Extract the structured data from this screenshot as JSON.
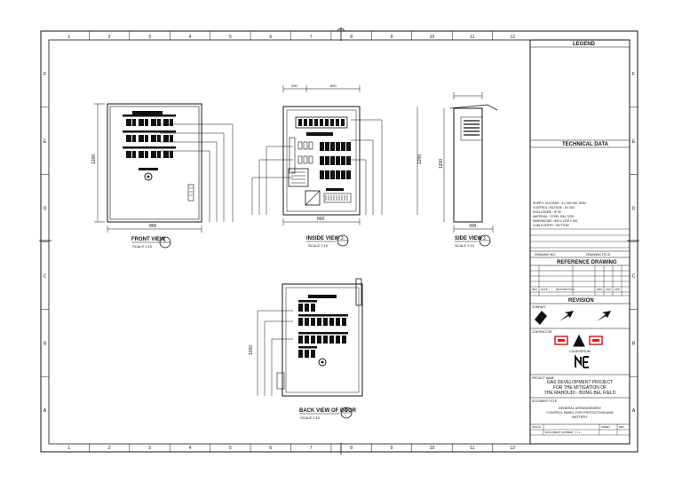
{
  "sheet": {
    "col_labels": [
      "1",
      "2",
      "3",
      "4",
      "5",
      "6",
      "7",
      "8",
      "9",
      "10",
      "11",
      "12"
    ],
    "row_labels": [
      "A",
      "B",
      "C",
      "D",
      "E",
      "F"
    ]
  },
  "views": {
    "front": {
      "title": "FRONT VIEW",
      "scale": "SCALE 1:10",
      "callout": "1",
      "width_dim": "800",
      "height_dim": "1200"
    },
    "inside": {
      "title": "INSIDE VIEW",
      "scale": "SCALE 1:10",
      "callout": "2",
      "width_dim": "800",
      "height_dim": "1200",
      "top_dims": [
        "200",
        "600"
      ]
    },
    "side": {
      "title": "SIDE VIEW",
      "scale": "SCALE 1:10",
      "callout": "3",
      "width_dim": "300",
      "height_dim": "1200"
    },
    "back": {
      "title": "BACK VIEW OF DOOR",
      "scale": "SCALE 1:10",
      "callout": "4",
      "height_dim": "1200"
    }
  },
  "title_block": {
    "legend_label": "LEGEND",
    "technical_data_label": "TECHNICAL DATA",
    "technical_lines": [
      "SUPPLY VOLTAGE : 3 x 400 VAC 50Hz",
      "CONTROL VOLTAGE : 24 VDC",
      "ENCLOSURE : IP 55",
      "MATERIAL : STEEL RAL 7035",
      "DIMENSIONS : 800 x 1200 x 300",
      "CABLE ENTRY : BOTTOM"
    ],
    "reference_drawing_label": "REFERENCE DRAWING",
    "drawing_no_label": "DRAWING NO.",
    "drawing_title_label": "DRAWING TITLE",
    "revision_label": "REVISION",
    "revision_cols": [
      "REV.",
      "DATE",
      "DESCRIPTION",
      "DRN",
      "CHK",
      "APP"
    ],
    "company_label": "COMPANY",
    "contractor_label": "CONTRACTOR",
    "consortium_label": "CONSORTIUM",
    "project_label": "PROJECT NAME",
    "project_lines": [
      "GAS DEVELOPMENT PROJECT",
      "FOR THE MITIGATION OF",
      "THE MAHOUDI - BONG BEL FIELD"
    ],
    "document_title_label": "DOCUMENT TITLE",
    "document_lines": [
      "GENERAL ARRANGEMENT",
      "CONTROL PANEL FOR PROTECTION AND",
      "BATTERY"
    ],
    "footer_labels": [
      "SCALE",
      "SHEET",
      "REV"
    ],
    "doc_no": "DOCUMENT NUMBER : 1 / 2"
  },
  "colors": {
    "line": "#111111",
    "accent": "#d42020"
  }
}
